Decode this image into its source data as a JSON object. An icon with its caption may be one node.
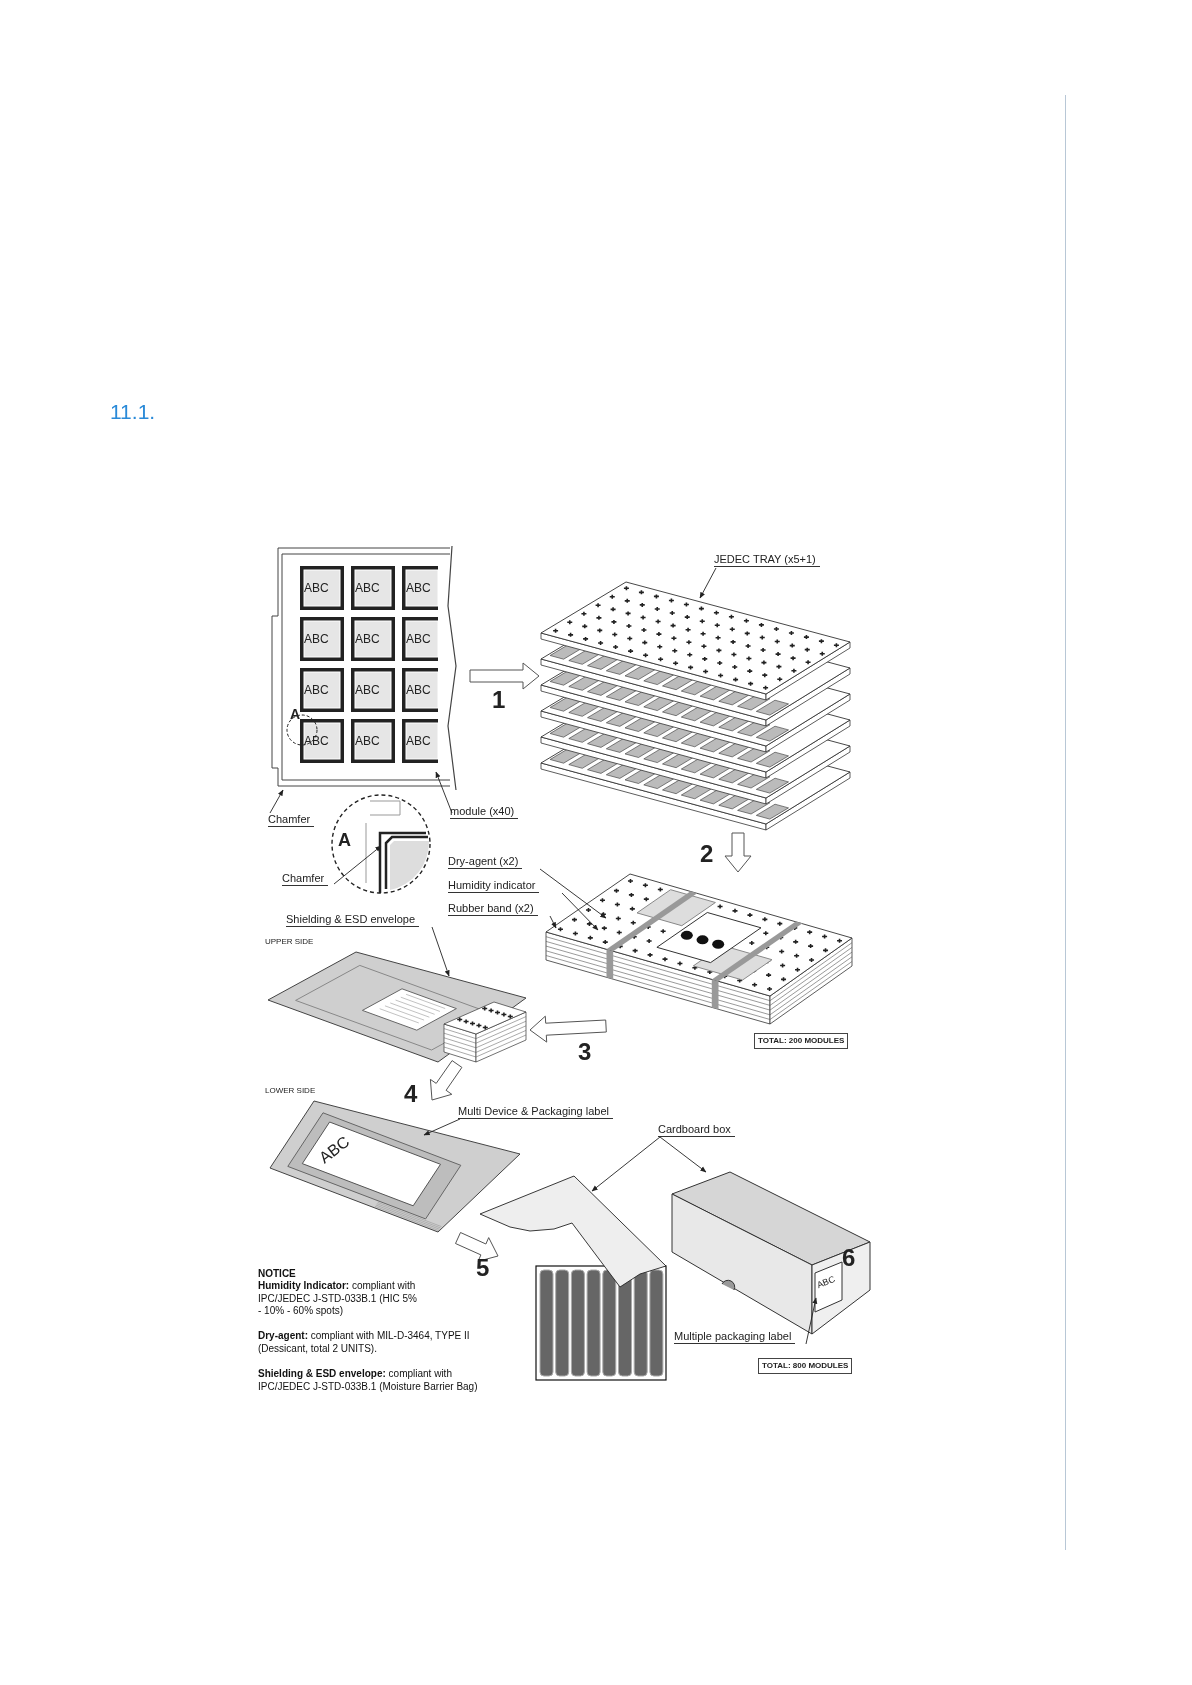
{
  "diagram": {
    "title": "11.1.",
    "nodes": [
      {
        "text": [],
        "shape": "picture"
      },
      {
        "text": [
          "Chamfer"
        ]
      },
      {
        "text": [
          "module (x40)"
        ]
      },
      {
        "text": [
          "A"
        ]
      },
      {
        "text": [
          "Chamfer"
        ]
      },
      {
        "text": [],
        "shape": "picture"
      },
      {
        "text": [
          "JEDEC TRAY (x5+1)"
        ]
      },
      {
        "text": [],
        "shape": "picture"
      },
      {
        "text": [
          "Dry-agent (x2)"
        ]
      },
      {
        "text": [
          "Humidity indicator"
        ]
      },
      {
        "text": [
          "Rubber band (x2)"
        ]
      },
      {
        "text": [
          "Shielding & ESD envelope"
        ]
      },
      {
        "text": [],
        "shape": "picture",
        "beside": [
          "UPPER SIDE"
        ]
      },
      {
        "text": [],
        "shape": "picture",
        "beside": [
          "LOWER SIDE"
        ]
      },
      {
        "text": [
          "Multi Device & Packaging label"
        ]
      },
      {
        "text": [
          "Cardboard box"
        ]
      },
      {
        "text": [],
        "shape": "picture"
      },
      {
        "text": [],
        "shape": "picture",
        "beside": [
          "ABC"
        ]
      },
      {
        "text": [
          "Multiple packaging label"
        ]
      }
    ],
    "edges": [
      {
        "from": 0,
        "to": 5,
        "arrow": "to",
        "label": "1"
      },
      {
        "from": 5,
        "to": 7,
        "arrow": "to",
        "label": "2"
      },
      {
        "from": 7,
        "to": 12,
        "arrow": "to",
        "label": "3"
      },
      {
        "from": 12,
        "to": 13,
        "arrow": "to",
        "label": "4"
      },
      {
        "from": 13,
        "to": 16,
        "arrow": "to",
        "label": "5"
      },
      {
        "from": 1,
        "to": 0,
        "arrow": "to"
      },
      {
        "from": 2,
        "to": 0,
        "arrow": "to"
      },
      {
        "from": 4,
        "to": 3,
        "arrow": "to"
      },
      {
        "from": 6,
        "to": 5,
        "arrow": "to"
      },
      {
        "from": 8,
        "to": 7,
        "arrow": "to"
      },
      {
        "from": 9,
        "to": 7,
        "arrow": "to"
      },
      {
        "from": 10,
        "to": 7,
        "arrow": "to"
      },
      {
        "from": 11,
        "to": 12,
        "arrow": "to"
      },
      {
        "from": 14,
        "to": 13,
        "arrow": "to"
      },
      {
        "from": 15,
        "to": 16,
        "arrow": "to"
      },
      {
        "from": 15,
        "to": 17,
        "arrow": "to"
      },
      {
        "from": 18,
        "to": 17,
        "arrow": "to"
      }
    ],
    "labels": [
      "ABC",
      "ABC",
      "ABC",
      "ABC",
      "ABC",
      "ABC",
      "ABC",
      "ABC",
      "ABC",
      "ABC",
      "ABC",
      "ABC",
      "A",
      "TOTAL: 200 MODULES",
      "ABC",
      "6",
      "TOTAL: 800  MODULES",
      "NOTICE",
      "**Humidity Indicator:** compliant with IPC/JEDEC J-STD-033B.1 (HIC 5% - 10% - 60% spots)",
      "**Dry-agent:** compliant with MIL-D-3464, TYPE II (Dessicant, total 2 UNITS).",
      "**Shielding & ESD envelope:** compliant with IPC/JEDEC J-STD-033B.1 (Moisture Barrier Bag)"
    ]
  }
}
